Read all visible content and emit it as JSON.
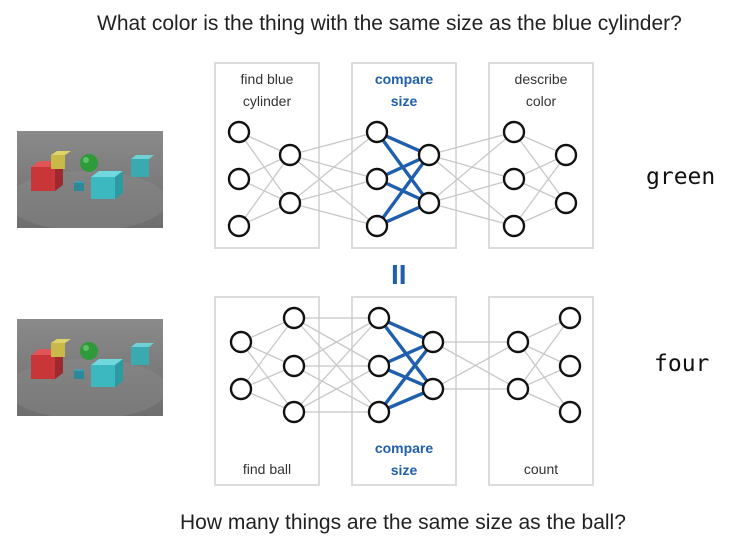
{
  "question_top": "What color is the thing with the same size as the blue cylinder?",
  "question_bottom": "How many things are the same size as the ball?",
  "modules_top": [
    {
      "label_line1": "find blue",
      "label_line2": "cylinder",
      "highlight": false
    },
    {
      "label_line1": "compare",
      "label_line2": "size",
      "highlight": true
    },
    {
      "label_line1": "describe",
      "label_line2": "color",
      "highlight": false
    }
  ],
  "modules_bottom": [
    {
      "label_line1": "find ball",
      "label_line2": "",
      "highlight": false
    },
    {
      "label_line1": "compare",
      "label_line2": "size",
      "highlight": true
    },
    {
      "label_line1": "count",
      "label_line2": "",
      "highlight": false
    }
  ],
  "equals_symbol": "II",
  "answer_top": "green",
  "answer_bottom": "four",
  "colors": {
    "highlight_blue": "#1f5fae",
    "connection_gray": "#c8c8c8",
    "node_stroke": "#111111",
    "module_border": "#dcdcdc"
  }
}
